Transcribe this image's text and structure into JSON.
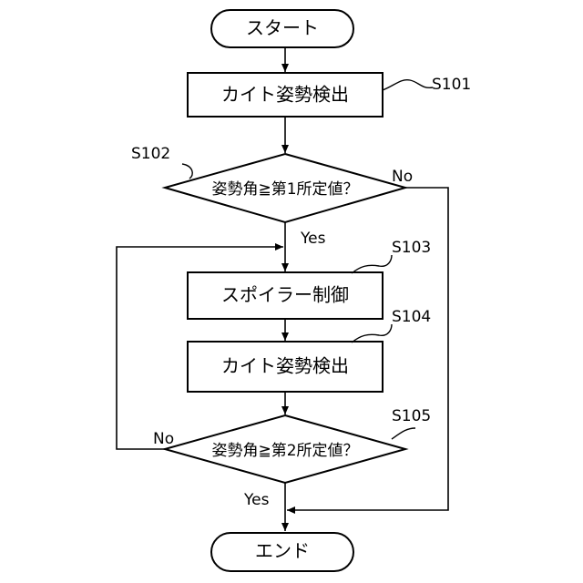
{
  "nodes": {
    "start": "スタート",
    "s101": "カイト姿勢検出",
    "s102": "姿勢角≧第1所定値？",
    "s103": "スポイラー制御",
    "s104": "カイト姿勢検出",
    "s105": "姿勢角≧第2所定値？",
    "end": "エンド"
  },
  "step_labels": {
    "s101": "S101",
    "s102": "S102",
    "s103": "S103",
    "s104": "S104",
    "s105": "S105"
  },
  "branch_labels": {
    "s102_no": "No",
    "s102_yes": "Yes",
    "s105_no": "No",
    "s105_yes": "Yes"
  }
}
